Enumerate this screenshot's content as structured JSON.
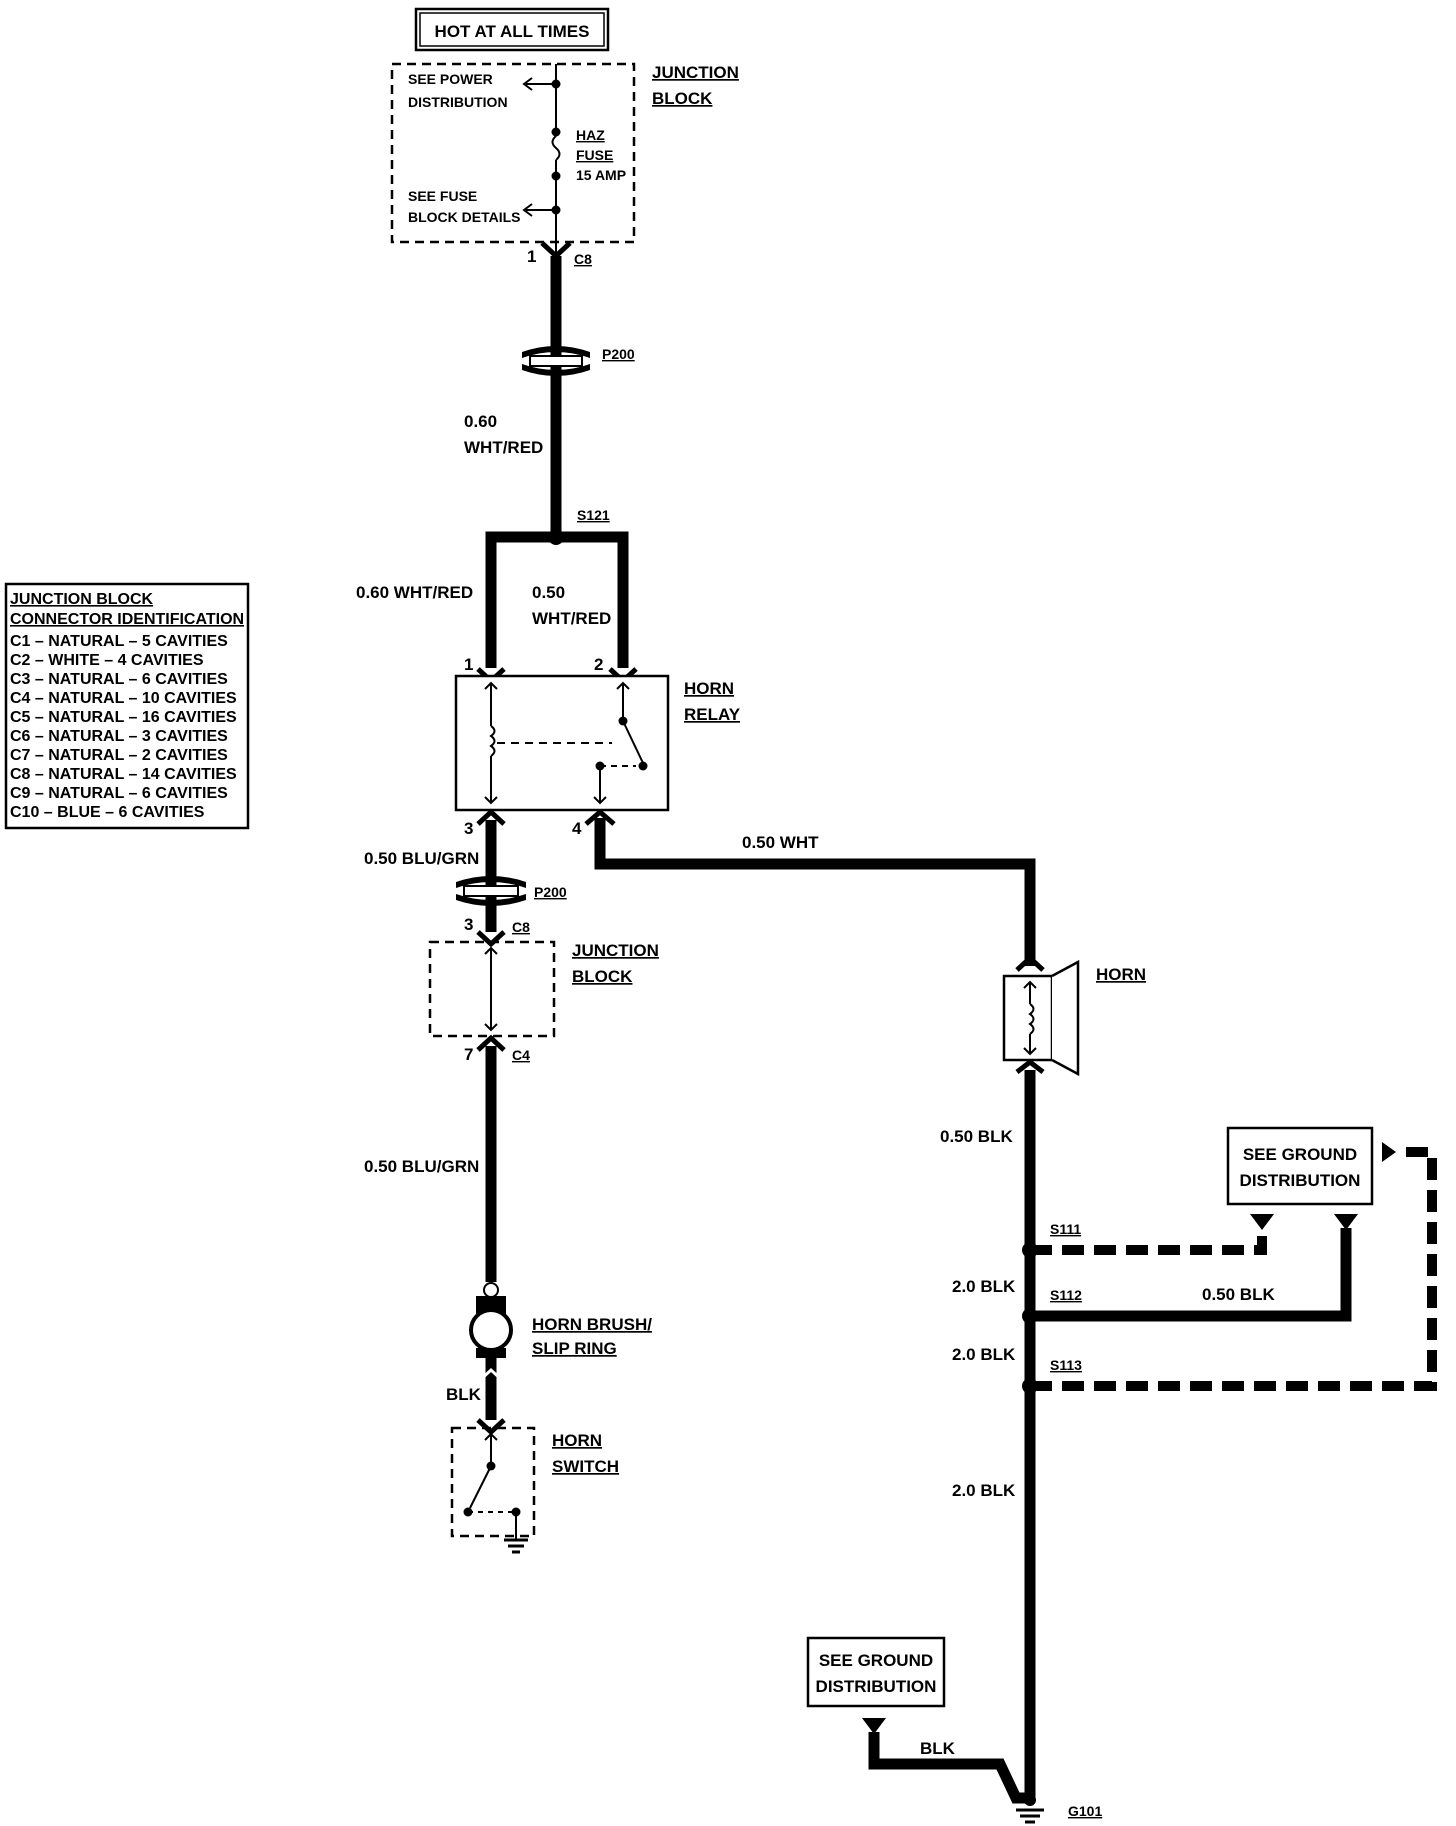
{
  "header": {
    "title": "HOT AT ALL TIMES"
  },
  "junction_block_top": {
    "name_line1": "JUNCTION",
    "name_line2": "BLOCK",
    "power_line1": "SEE POWER",
    "power_line2": "DISTRIBUTION",
    "fuse_line1": "HAZ",
    "fuse_line2": "FUSE",
    "fuse_rating": "15 AMP",
    "fuse_block_line1": "SEE FUSE",
    "fuse_block_line2": "BLOCK DETAILS",
    "pin": "1",
    "connector": "C8"
  },
  "splice_p200_top": "P200",
  "wire_top_gauge": "0.60",
  "wire_top_color": "WHT/RED",
  "splice_s121": "S121",
  "wire_left_to_relay": "0.60 WHT/RED",
  "wire_right_to_relay_gauge": "0.50",
  "wire_right_to_relay_color": "WHT/RED",
  "horn_relay": {
    "name_line1": "HORN",
    "name_line2": "RELAY",
    "pin1": "1",
    "pin2": "2",
    "pin3": "3",
    "pin4": "4"
  },
  "wire_relay_pin3": "0.50 BLU/GRN",
  "splice_p200_bottom": "P200",
  "junction_block_mid": {
    "name_line1": "JUNCTION",
    "name_line2": "BLOCK",
    "pin_top": "3",
    "connector_top": "C8",
    "pin_bottom": "7",
    "connector_bottom": "C4"
  },
  "wire_to_brush": "0.50 BLU/GRN",
  "horn_brush_line1": "HORN BRUSH/",
  "horn_brush_line2": "SLIP RING",
  "wire_brush_switch": "BLK",
  "horn_switch_line1": "HORN",
  "horn_switch_line2": "SWITCH",
  "wire_relay_pin4": "0.50 WHT",
  "horn_label": "HORN",
  "wire_horn_ground": "0.50 BLK",
  "ground_dist_right_line1": "SEE GROUND",
  "ground_dist_right_line2": "DISTRIBUTION",
  "splice_s111": "S111",
  "splice_s112": "S112",
  "splice_s113": "S113",
  "wire_s112_left": "2.0 BLK",
  "wire_s112_right": "0.50 BLK",
  "wire_s113_left": "2.0 BLK",
  "wire_to_g101": "2.0 BLK",
  "ground_dist_bottom_line1": "SEE GROUND",
  "ground_dist_bottom_line2": "DISTRIBUTION",
  "wire_bottom_blk": "BLK",
  "ground_g101": "G101",
  "legend": {
    "title_line1": "JUNCTION BLOCK",
    "title_line2": "CONNECTOR IDENTIFICATION",
    "rows": [
      "C1 – NATURAL – 5 CAVITIES",
      "C2 – WHITE – 4 CAVITIES",
      "C3 – NATURAL – 6 CAVITIES",
      "C4 – NATURAL – 10 CAVITIES",
      "C5 – NATURAL – 16 CAVITIES",
      "C6 – NATURAL – 3 CAVITIES",
      "C7 – NATURAL – 2 CAVITIES",
      "C8 – NATURAL – 14 CAVITIES",
      "C9 – NATURAL – 6 CAVITIES",
      "C10 – BLUE – 6 CAVITIES"
    ]
  }
}
